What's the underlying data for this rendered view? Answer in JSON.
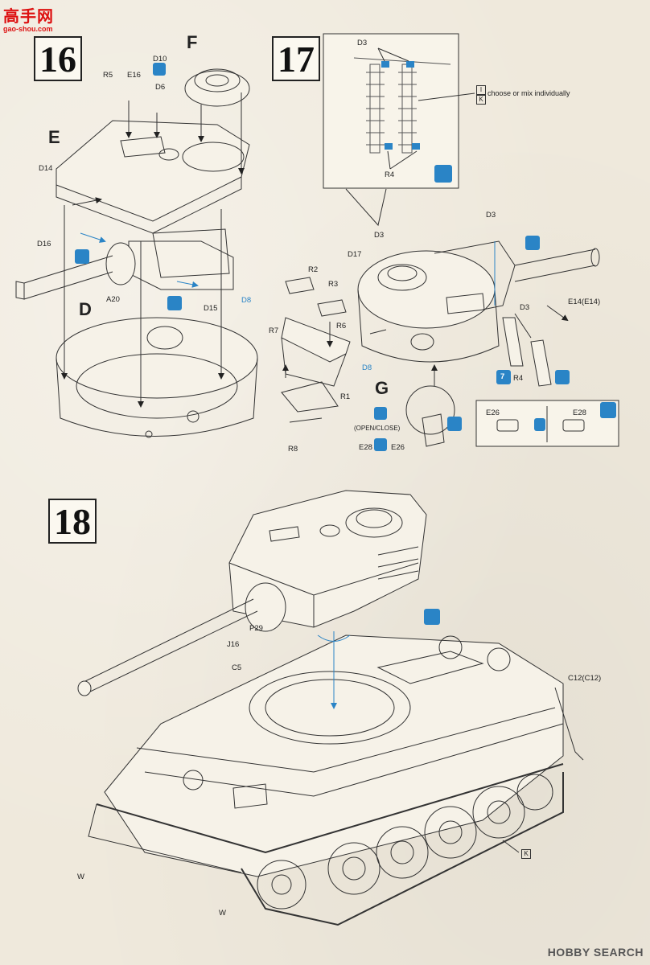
{
  "watermark": {
    "site": "高手网",
    "url": "gao-shou.com"
  },
  "footer": {
    "brand": "HOBBY SEARCH"
  },
  "steps": [
    {
      "number": "16",
      "parts": [
        "F",
        "D10",
        "R5",
        "E16",
        "D6",
        "E",
        "D14",
        "D16",
        "A20",
        "D15",
        "D8",
        "D"
      ],
      "labels": {
        "F": "F",
        "D10": "D10",
        "R5": "R5",
        "E16": "E16",
        "D6": "D6",
        "E": "E",
        "D14": "D14",
        "D16": "D16",
        "A20": "A20",
        "D15": "D15",
        "D8": "D8",
        "D": "D"
      }
    },
    {
      "number": "17",
      "inset": {
        "D3": "D3",
        "R4": "R4",
        "choice_1": "I",
        "choice_2": "K",
        "choice_text": "choose or mix individually"
      },
      "labels": {
        "D3a": "D3",
        "D3b": "D3",
        "D3c": "D3",
        "D17": "D17",
        "R2": "R2",
        "R3": "R3",
        "R6": "R6",
        "R7": "R7",
        "D8": "D8",
        "R1": "R1",
        "R8": "R8",
        "R4": "R4",
        "E14": "E14(E14)",
        "G": "G",
        "openclose": "(OPEN/CLOSE)",
        "E28": "E28",
        "E26": "E26",
        "num7": "7"
      },
      "option_box": {
        "E26": "E26",
        "E28": "E28"
      }
    },
    {
      "number": "18",
      "labels": {
        "P29": "P29",
        "J16": "J16",
        "C5": "C5",
        "C12": "C12(C12)",
        "W1": "W",
        "W2": "W",
        "K": "K"
      }
    }
  ]
}
